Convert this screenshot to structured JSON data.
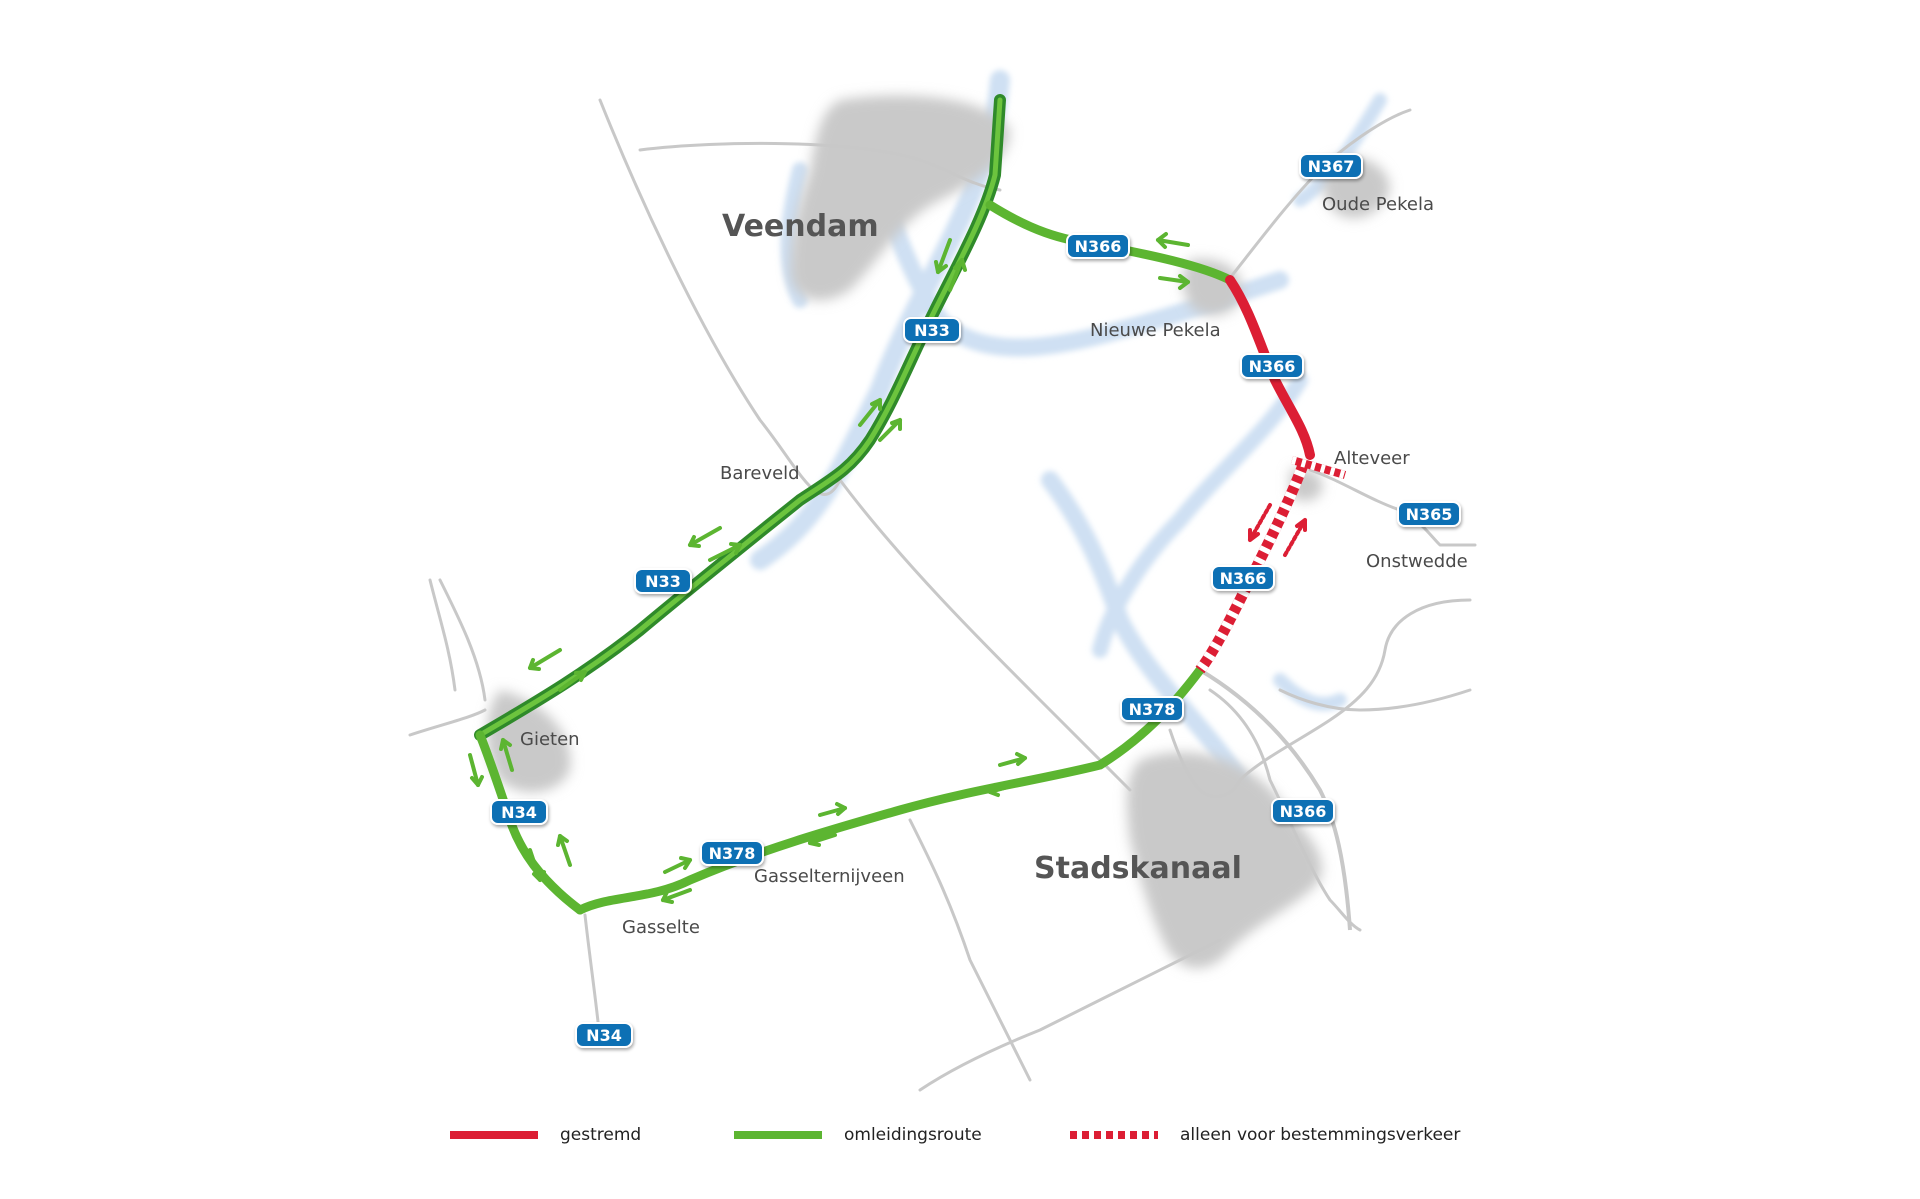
{
  "colors": {
    "closed": "#dc1e34",
    "detour": "#5cb531",
    "detour_dark": "#2f8a2a",
    "road": "#c8c8c8",
    "water": "#cfe0f3",
    "urban": "#c9c9c9",
    "shield": "#0f6fb4"
  },
  "cities": {
    "veendam": "Veendam",
    "stadskanaal": "Stadskanaal"
  },
  "towns": {
    "oude_pekela": "Oude Pekela",
    "nieuwe_pekela": "Nieuwe Pekela",
    "alteveer": "Alteveer",
    "onstwedde": "Onstwedde",
    "bareveld": "Bareveld",
    "gieten": "Gieten",
    "gasselte": "Gasselte",
    "gasselternijveen": "Gasselternijveen"
  },
  "shields": {
    "n367": "N367",
    "n366_top": "N366",
    "n366_mid": "N366",
    "n366_lower": "N366",
    "n366_south": "N366",
    "n365": "N365",
    "n33_top": "N33",
    "n33_bottom": "N33",
    "n378_east": "N378",
    "n378_west": "N378",
    "n34_top": "N34",
    "n34_bottom": "N34"
  },
  "legend": {
    "closed": "gestremd",
    "detour": "omleidingsroute",
    "destination_only": "alleen voor bestemmingsverkeer"
  }
}
